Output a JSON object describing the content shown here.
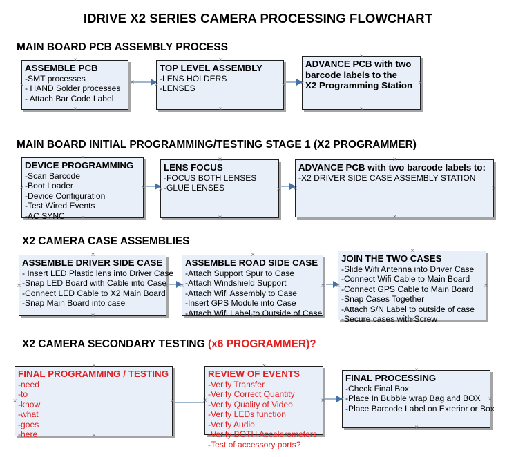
{
  "document": {
    "title": "IDRIVE X2  SERIES CAMERA PROCESSING FLOWCHART",
    "accent_red": "#e02020",
    "box_fill": "#e9eff8",
    "box_border": "#1f1f1f",
    "arrow_color": "#4472a8"
  },
  "sections": [
    {
      "id": "main-board-pcb-assembly",
      "heading": "MAIN BOARD PCB ASSEMBLY PROCESS",
      "heading_red": "",
      "boxes": [
        {
          "id": "assemble-pcb",
          "header": "ASSEMBLE PCB",
          "lines": [
            "-SMT processes",
            "- HAND Solder processes",
            "- Attach Bar Code Label"
          ]
        },
        {
          "id": "top-level-assembly",
          "header": "TOP LEVEL ASSEMBLY",
          "lines": [
            "-LENS HOLDERS",
            "-LENSES"
          ]
        },
        {
          "id": "advance-pcb-to-x2-programming-station",
          "header": "ADVANCE PCB with two",
          "lines": [
            "barcode labels to the",
            " X2 Programming Station"
          ]
        }
      ]
    },
    {
      "id": "main-board-initial-programming",
      "heading": "MAIN BOARD INITIAL PROGRAMMING/TESTING STAGE 1 (X2 PROGRAMMER)",
      "heading_red": "",
      "boxes": [
        {
          "id": "device-programming",
          "header": "DEVICE PROGRAMMING",
          "lines": [
            "-Scan Barcode",
            "-Boot Loader",
            "-Device Configuration",
            "-Test Wired Events",
            "-AC SYNC"
          ]
        },
        {
          "id": "lens-focus",
          "header": "LENS FOCUS",
          "lines": [
            "-FOCUS BOTH LENSES",
            "-GLUE LENSES"
          ]
        },
        {
          "id": "advance-pcb-to-driver-side-case-station",
          "header": "ADVANCE PCB with two barcode labels to:",
          "lines": [
            "-X2 DRIVER  SIDE  CASE  ASSEMBLY STATION"
          ]
        }
      ]
    },
    {
      "id": "x2-camera-case-assemblies",
      "heading": "X2 CAMERA CASE ASSEMBLIES",
      "heading_red": "",
      "boxes": [
        {
          "id": "assemble-driver-side-case",
          "header": "ASSEMBLE DRIVER SIDE CASE",
          "lines": [
            "- Insert LED Plastic lens into Driver Case",
            "-Snap LED Board with Cable into Case",
            "-Connect LED Cable to X2 Main Board",
            "-Snap Main Board into case"
          ]
        },
        {
          "id": "assemble-road-side-case",
          "header": "ASSEMBLE ROAD SIDE CASE",
          "lines": [
            "-Attach Support Spur to Case",
            "-Attach Windshield Support",
            "-Attach Wifi Assembly to Case",
            "-Insert GPS Module into Case",
            "-Attach Wifi Label to Outside of Case"
          ]
        },
        {
          "id": "join-the-two-cases",
          "header": "JOIN THE TWO CASES",
          "lines": [
            "-Slide Wifi Antenna into Driver Case",
            "-Connect Wifi Cable to Main Board",
            "-Connect GPS Cable to Main Board",
            "-Snap Cases Together",
            "-Attach S/N Label to outside of case",
            "-Secure cases with Screw"
          ]
        }
      ]
    },
    {
      "id": "x2-camera-secondary-testing",
      "heading": "X2 CAMERA SECONDARY TESTING ",
      "heading_red": "(x6 PROGRAMMER)?",
      "boxes": [
        {
          "id": "final-programming-testing",
          "header": "FINAL PROGRAMMING / TESTING",
          "lines": [
            "-need",
            "-to",
            "-know",
            "-what",
            "-goes",
            "-here"
          ]
        },
        {
          "id": "review-of-events",
          "header": "REVIEW OF EVENTS",
          "lines": [
            "-Verify Transfer",
            "-Verify Correct Quantity",
            "-Verify Quality of Video",
            "-Verify LEDs function",
            "-Verify Audio",
            "-Verify BOTH Accelerometers",
            "-Test of accessory ports?"
          ]
        },
        {
          "id": "final-processing",
          "header": "FINAL PROCESSING",
          "lines": [
            "-Check Final Box",
            "-Place In Bubble wrap Bag and BOX",
            "-Place Barcode Label on Exterior or Box"
          ]
        }
      ]
    }
  ]
}
